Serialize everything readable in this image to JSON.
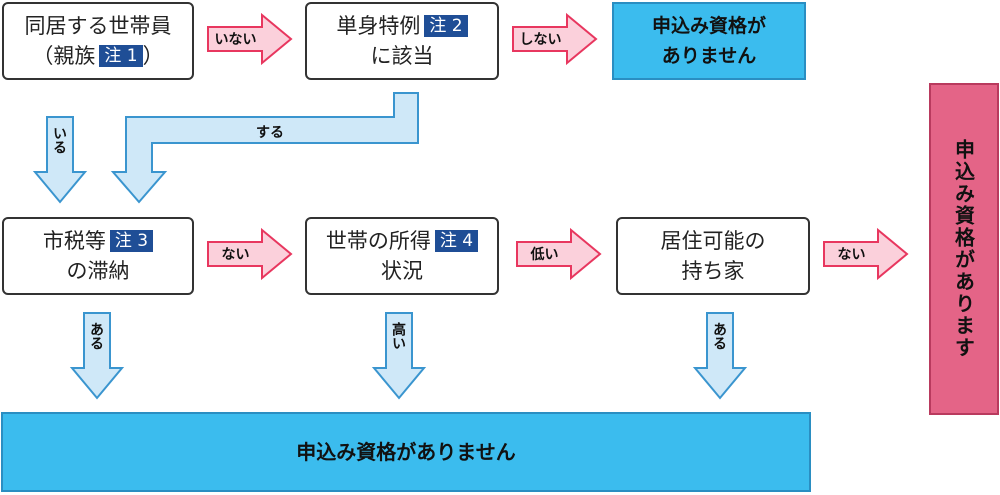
{
  "boxes": {
    "cohabitant": {
      "line1": "同居する世帯員",
      "line2": "（親族",
      "note": "注 1",
      "line2_end": "）"
    },
    "single": {
      "line1": "単身特例",
      "note": "注 2",
      "line2": "に該当"
    },
    "tax": {
      "line1": "市税等",
      "note": "注 3",
      "line2": "の滞納"
    },
    "income": {
      "line1": "世帯の所得",
      "note": "注 4",
      "line2": "状況"
    },
    "house": {
      "line1": "居住可能の",
      "line2": "持ち家"
    }
  },
  "results": {
    "not_eligible_top": {
      "line1": "申込み資格が",
      "line2": "ありません"
    },
    "not_eligible_bottom": "申込み資格がありません",
    "eligible": "申込み資格があります"
  },
  "arrows": {
    "inai": "いない",
    "shinai": "しない",
    "iru": "いる",
    "suru": "する",
    "nai1": "ない",
    "hikui": "低い",
    "nai2": "ない",
    "aru1": "ある",
    "takai": "高い",
    "aru2": "ある"
  },
  "colors": {
    "pink_arrow": "#fbd0db",
    "pink_stroke": "#e8375f",
    "blue_arrow": "#cfe8f8",
    "blue_stroke": "#3a95cf",
    "result_blue": "#3bbcee",
    "result_pink": "#e46487"
  }
}
